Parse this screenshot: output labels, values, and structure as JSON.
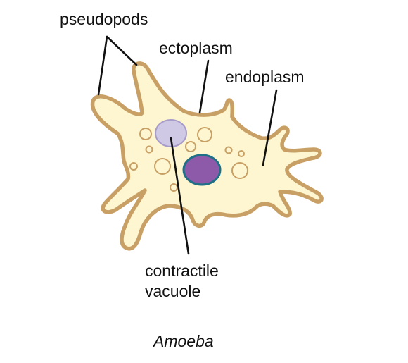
{
  "labels": {
    "pseudopods": "pseudopods",
    "ectoplasm": "ectoplasm",
    "endoplasm": "endoplasm",
    "contractile_line1": "contractile",
    "contractile_line2": "vacuole"
  },
  "caption": "Amoeba",
  "colors": {
    "cytoplasm": "#fdf6d0",
    "membrane": "#c8a065",
    "vesicle_fill": "#fdf6d0",
    "vesicle_stroke": "#c8a065",
    "contractile_vacuole": "#cfc9e6",
    "contractile_vacuole_stroke": "#a89cc9",
    "nucleus": "#8c5aa8",
    "nucleus_stroke": "#1f6f86",
    "leader": "#111111"
  }
}
